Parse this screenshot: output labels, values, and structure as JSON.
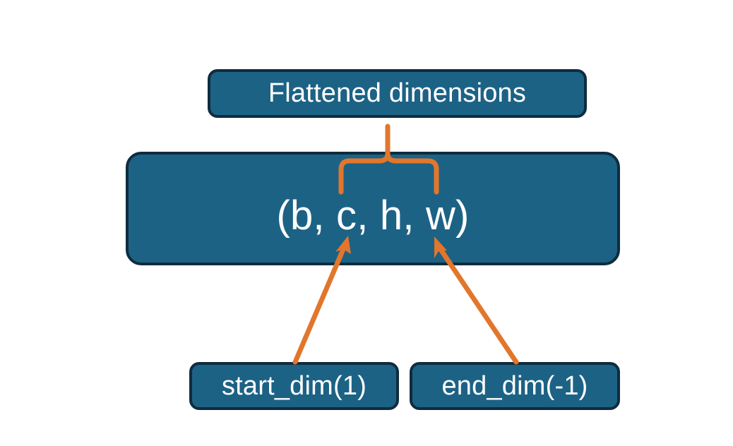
{
  "diagram": {
    "title_node": {
      "label": "Flattened dimensions"
    },
    "shape_node": {
      "label": "(b, c, h, w)"
    },
    "start_node": {
      "label": "start_dim(1)"
    },
    "end_node": {
      "label": "end_dim(-1)"
    },
    "connectors": {
      "brace": {
        "name": "curly-brace-connector",
        "spans_label": "c, h, w",
        "points_to": "Flattened dimensions"
      },
      "start_arrow": {
        "name": "start-dim-arrow",
        "from": "start_dim(1)",
        "to": "c"
      },
      "end_arrow": {
        "name": "end-dim-arrow",
        "from": "end_dim(-1)",
        "to": "w"
      }
    },
    "colors": {
      "node_fill": "#1C6285",
      "node_border": "#102C3E",
      "node_text": "#FFFFFF",
      "connector": "#E2762C",
      "background": "#FFFFFF"
    }
  }
}
